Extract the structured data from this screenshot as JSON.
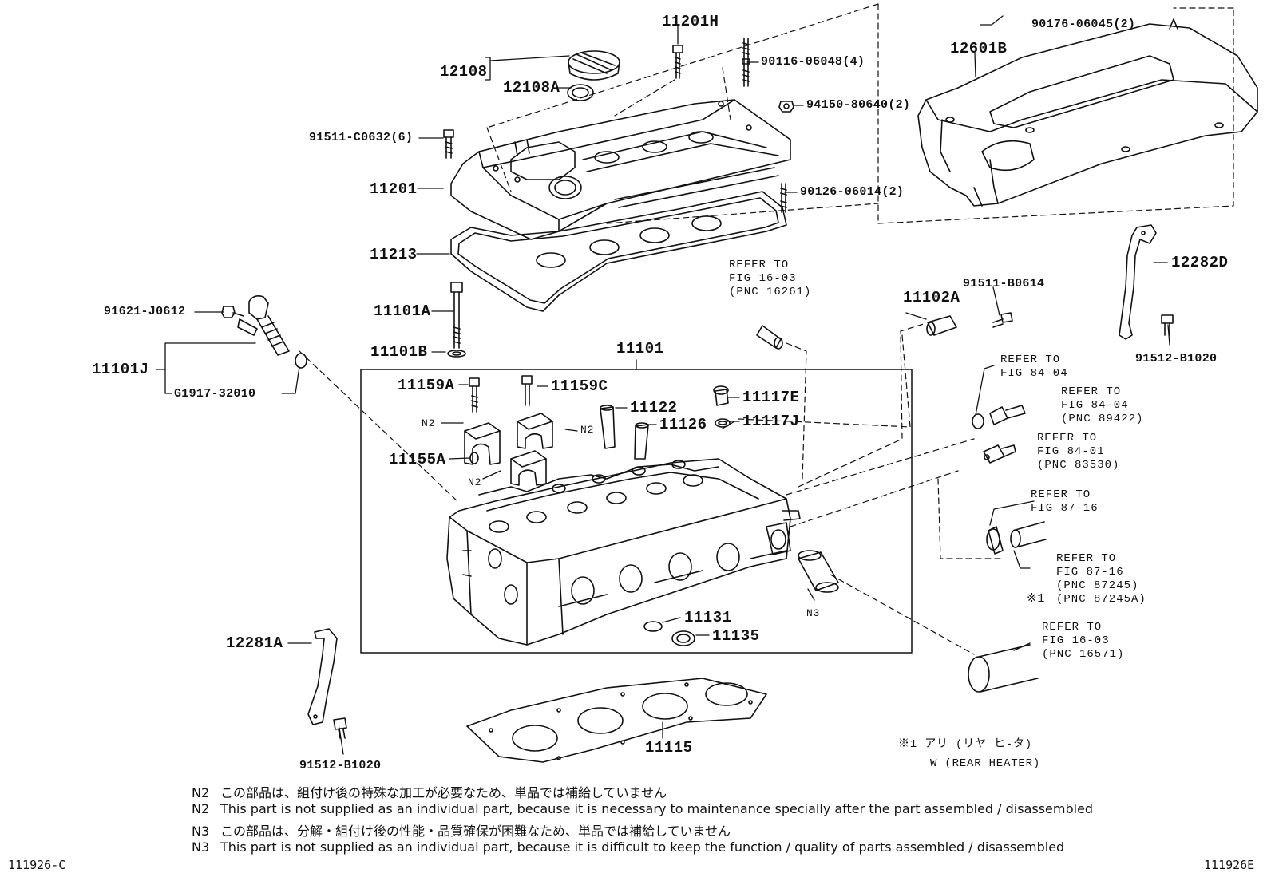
{
  "labels": {
    "p11201h": "11201H",
    "p90116": "90116-06048(4)",
    "p12108": "12108",
    "p12108a": "12108A",
    "p94150": "94150-80640(2)",
    "p91511c": "91511-C0632(6)",
    "p11201": "11201",
    "p90126": "90126-06014(2)",
    "p11213": "11213",
    "p90176": "90176-06045(2)",
    "p12601b": "12601B",
    "p12282d": "12282D",
    "p91512b_right": "91512-B1020",
    "p91621": "91621-J0612",
    "p11101j": "11101J",
    "pg1917": "G1917-32010",
    "p11101a": "11101A",
    "p11101b": "11101B",
    "p11101": "11101",
    "p11159a": "11159A",
    "p11159c": "11159C",
    "p11122": "11122",
    "p11126": "11126",
    "p11117e": "11117E",
    "p11117j": "11117J",
    "p11155a": "11155A",
    "p11102a": "11102A",
    "p91511b": "91511-B0614",
    "p11131": "11131",
    "p11135": "11135",
    "p12281a": "12281A",
    "p91512b_left": "91512-B1020",
    "p11115": "11115",
    "n2_a": "N2",
    "n2_b": "N2",
    "n2_c": "N2",
    "n3": "N3"
  },
  "refs": {
    "r1": [
      "REFER TO",
      "FIG 16-03",
      "(PNC 16261)"
    ],
    "r2": [
      "REFER TO",
      "FIG 84-04"
    ],
    "r3": [
      "REFER TO",
      "FIG 84-04",
      "(PNC 89422)"
    ],
    "r4": [
      "REFER TO",
      "FIG 84-01",
      "(PNC 83530)"
    ],
    "r5": [
      "REFER TO",
      "FIG 87-16"
    ],
    "r6": [
      "REFER TO",
      "FIG 87-16",
      "(PNC 87245)",
      "(PNC 87245A)"
    ],
    "r7": [
      "REFER TO",
      "FIG 16-03",
      "(PNC 16571)"
    ]
  },
  "mark1": "※1",
  "rear_heater": {
    "line1": "※1 アリ (リヤ ヒ-タ)",
    "line2": "W (REAR HEATER)"
  },
  "notes": [
    {
      "tag": "N2",
      "text": "この部品は、組付け後の特殊な加工が必要なため、単品では補給していません"
    },
    {
      "tag": "N2",
      "text": "This part is not supplied as an individual part, because it is necessary to maintenance specially after the part assembled / disassembled"
    },
    {
      "tag": "N3",
      "text": "この部品は、分解・組付け後の性能・品質確保が困難なため、単品では補給していません"
    },
    {
      "tag": "N3",
      "text": "This part is not supplied as an individual part, because it is difficult to keep the function / quality of parts  assembled / disassembled"
    }
  ],
  "footer": {
    "left_code": "111926-C",
    "right_code": "111926E"
  }
}
